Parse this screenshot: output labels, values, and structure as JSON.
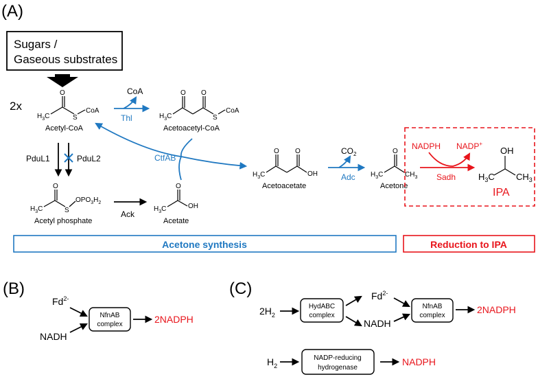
{
  "panels": {
    "a": "(A)",
    "b": "(B)",
    "c": "(C)"
  },
  "substrate": {
    "line1": "Sugars /",
    "line2": "Gaseous substrates"
  },
  "compounds": {
    "multiplier": "2x",
    "acetyl_coa": "Acetyl-CoA",
    "acetoacetyl_coa": "Acetoacetyl-CoA",
    "acetyl_phosphate": "Acetyl phosphate",
    "acetate": "Acetate",
    "acetoacetate": "Acetoacetate",
    "acetone": "Acetone",
    "ipa": "IPA"
  },
  "enzymes": {
    "thl": "Thl",
    "ctfab": "CtfAB",
    "adc": "Adc",
    "pdul1": "PduL1",
    "pdul2": "PduL2",
    "ack": "Ack",
    "sadh": "Sadh"
  },
  "cofactors": {
    "coa": "CoA",
    "co2": "CO",
    "co2_sub": "2",
    "nadph": "NADPH",
    "nadp_plus": "NADP",
    "nadp_plus_sup": "+"
  },
  "structure_labels": {
    "h3c": "H",
    "h3c_sub": "3",
    "h3c_c": "C",
    "s": "S",
    "coa": "CoA",
    "o": "O",
    "oh": "OH",
    "opo3h2": "OPO",
    "opo3h2_sub1": "3",
    "opo3h2_h": "H",
    "opo3h2_sub2": "2",
    "ch": "CH",
    "ch_sub": "3"
  },
  "sections": {
    "acetone_synthesis": "Acetone synthesis",
    "reduction": "Reduction to IPA"
  },
  "panel_b": {
    "fd": "Fd",
    "fd_sup": "2-",
    "nadh": "NADH",
    "complex_line1": "NfnAB",
    "complex_line2": "complex",
    "product": "2NADPH"
  },
  "panel_c": {
    "h2": "2H",
    "h2_sub": "2",
    "hyd_line1": "HydABC",
    "hyd_line2": "complex",
    "fd": "Fd",
    "fd_sup": "2-",
    "nadh": "NADH",
    "nfn_line1": "NfnAB",
    "nfn_line2": "complex",
    "product1": "2NADPH",
    "h2b": "H",
    "h2b_sub": "2",
    "nadp_line1": "NADP-reducing",
    "nadp_line2": "hydrogenase",
    "product2": "NADPH"
  },
  "colors": {
    "blue": "#1f78c1",
    "red": "#e8141b",
    "black": "#000000"
  }
}
